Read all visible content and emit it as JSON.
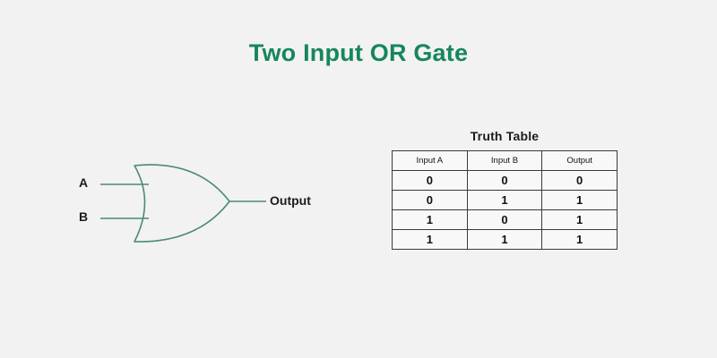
{
  "page": {
    "title": "Two Input OR Gate",
    "background_color": "#f2f2f2",
    "title_color": "#15875b"
  },
  "diagram": {
    "name": "two-input-or-gate",
    "stroke_color": "#4a8b70",
    "input_a_label": "A",
    "input_b_label": "B",
    "output_label": "Output"
  },
  "truth_table": {
    "title": "Truth Table",
    "columns": [
      "Input A",
      "Input B",
      "Output"
    ],
    "rows": [
      [
        "0",
        "0",
        "0"
      ],
      [
        "0",
        "1",
        "1"
      ],
      [
        "1",
        "0",
        "1"
      ],
      [
        "1",
        "1",
        "1"
      ]
    ]
  },
  "chart_data": {
    "type": "table",
    "title": "Truth Table",
    "categories": [
      "Input A",
      "Input B",
      "Output"
    ],
    "series": [
      {
        "name": "Input A",
        "values": [
          0,
          0,
          1,
          1
        ]
      },
      {
        "name": "Input B",
        "values": [
          0,
          1,
          0,
          1
        ]
      },
      {
        "name": "Output",
        "values": [
          0,
          1,
          1,
          1
        ]
      }
    ],
    "xlabel": "",
    "ylabel": "",
    "grid": true,
    "legend": "none"
  }
}
